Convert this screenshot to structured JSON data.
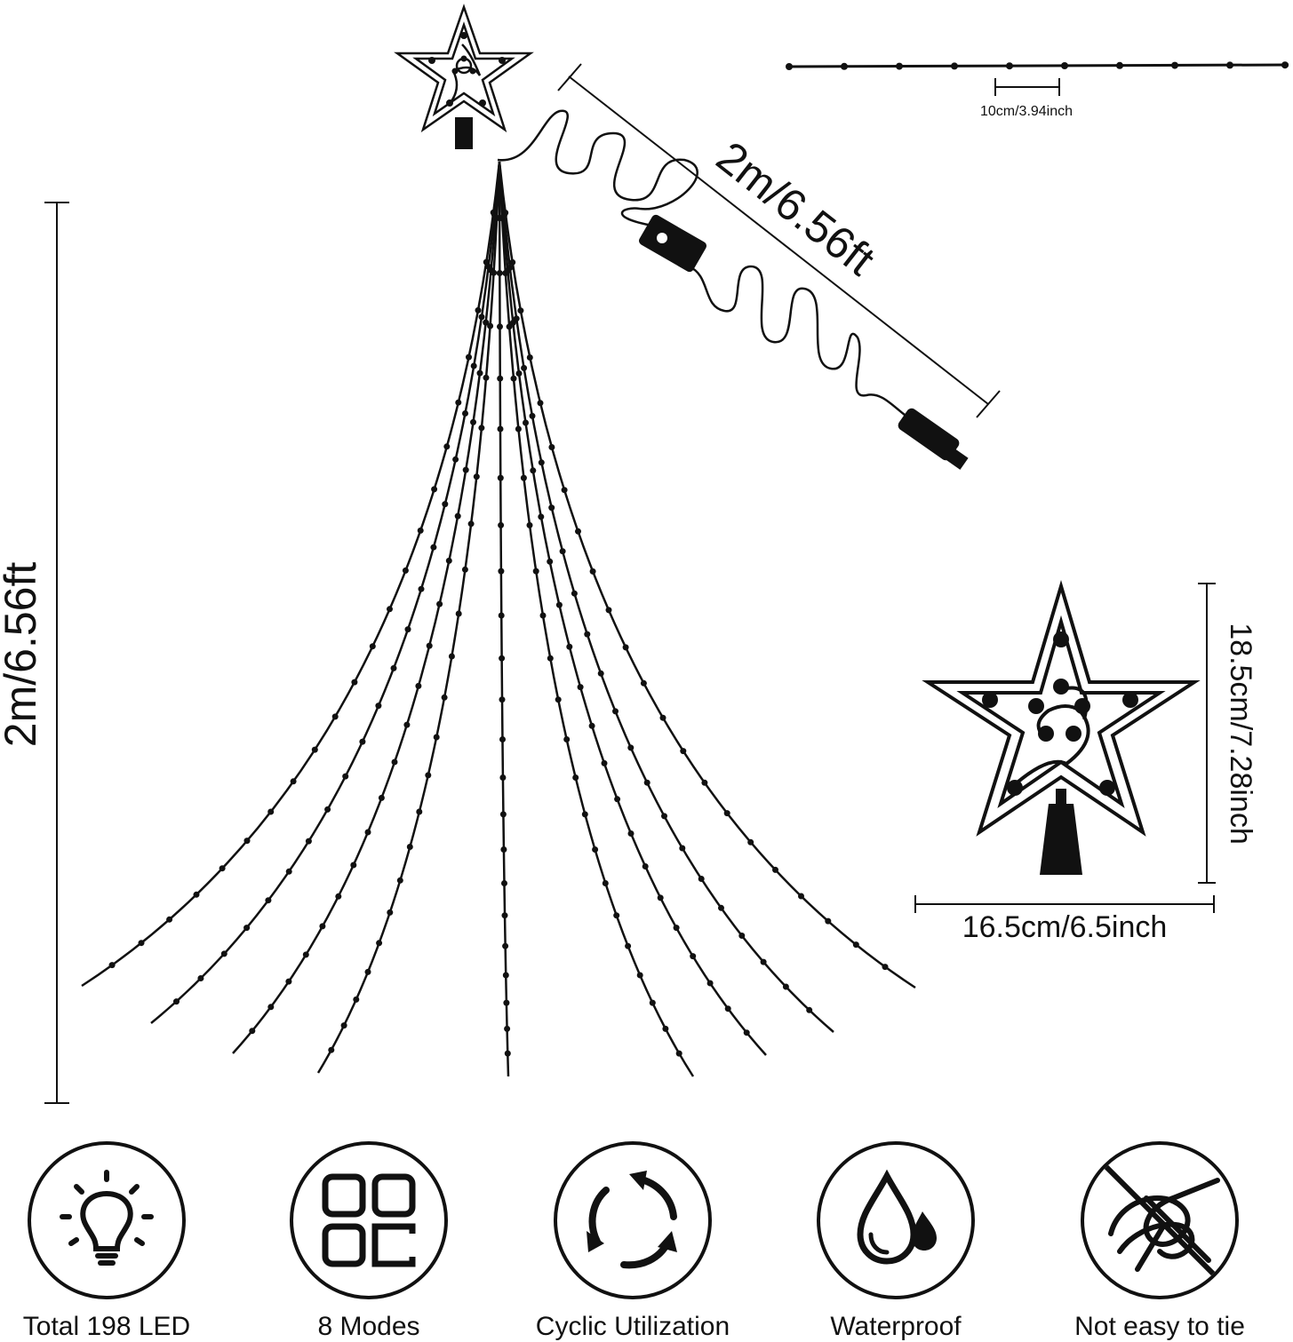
{
  "dimensions": {
    "string_spacing": "10cm/3.94inch",
    "cable_length": "2m/6.56ft",
    "tree_height": "2m/6.56ft",
    "star_height": "18.5cm/7.28inch",
    "star_width": "16.5cm/6.5inch"
  },
  "features": [
    {
      "icon": "light-bulb-icon",
      "label": "Total 198 LED"
    },
    {
      "icon": "four-modes-grid-icon",
      "label": "8 Modes"
    },
    {
      "icon": "cycle-arrows-icon",
      "label": "Cyclic Utilization"
    },
    {
      "icon": "water-drop-icon",
      "label": "Waterproof"
    },
    {
      "icon": "no-knot-icon",
      "label": "Not easy to tie"
    }
  ]
}
